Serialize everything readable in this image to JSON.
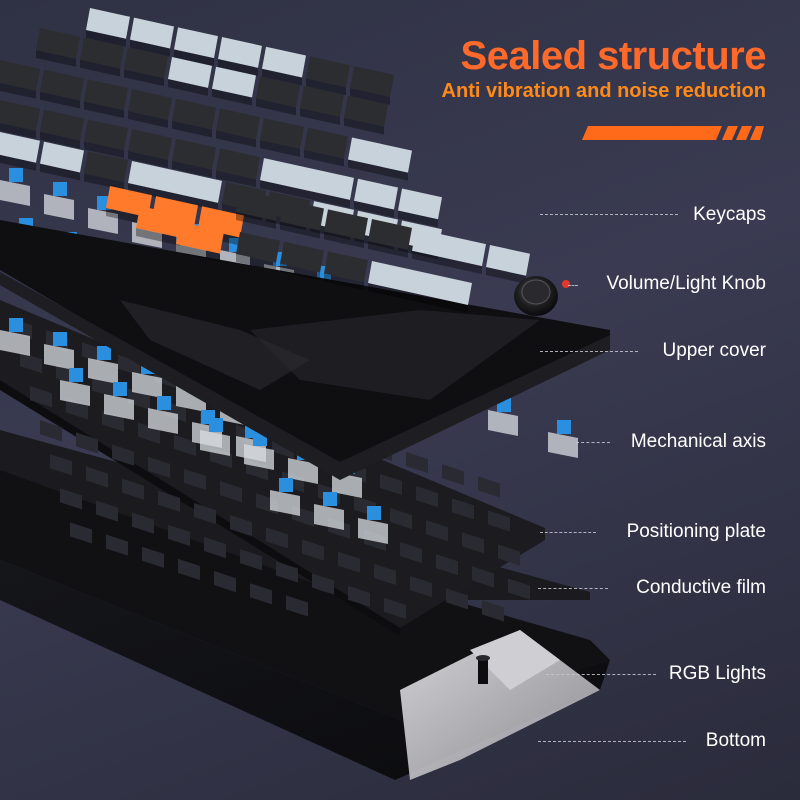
{
  "headline": {
    "title": "Sealed structure",
    "subtitle": "Anti vibration and noise reduction"
  },
  "colors": {
    "accent": "#ff6a2a",
    "background": "#34354a",
    "keycap_gray": "#c8d2da",
    "keycap_dark": "#2c2d31",
    "keycap_orange": "#ff7a2a",
    "switch_blue": "#2b8fe0"
  },
  "labels": [
    {
      "id": "keycaps",
      "text": "Keycaps"
    },
    {
      "id": "knob",
      "text": "Volume/Light Knob"
    },
    {
      "id": "upper-cover",
      "text": "Upper cover"
    },
    {
      "id": "mechanical-axis",
      "text": "Mechanical axis"
    },
    {
      "id": "positioning-plate",
      "text": "Positioning plate"
    },
    {
      "id": "conductive-film",
      "text": "Conductive film"
    },
    {
      "id": "rgb-lights",
      "text": "RGB Lights"
    },
    {
      "id": "bottom",
      "text": "Bottom"
    }
  ]
}
